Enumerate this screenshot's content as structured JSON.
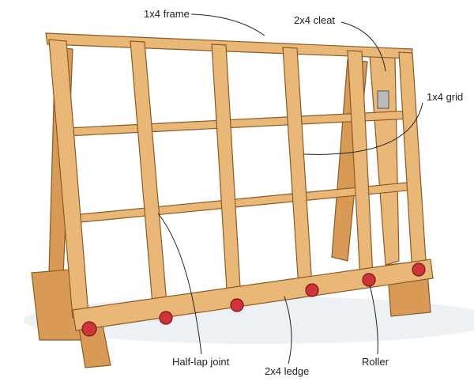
{
  "labels": {
    "frame": "1x4 frame",
    "cleat": "2x4 cleat",
    "grid": "1x4 grid",
    "half_lap": "Half-lap joint",
    "ledge": "2x4 ledge",
    "roller": "Roller"
  },
  "colors": {
    "wood": "#e9b877",
    "wood_dark": "#d99a55",
    "roller": "#d0343a",
    "outline": "#8a5a26"
  }
}
